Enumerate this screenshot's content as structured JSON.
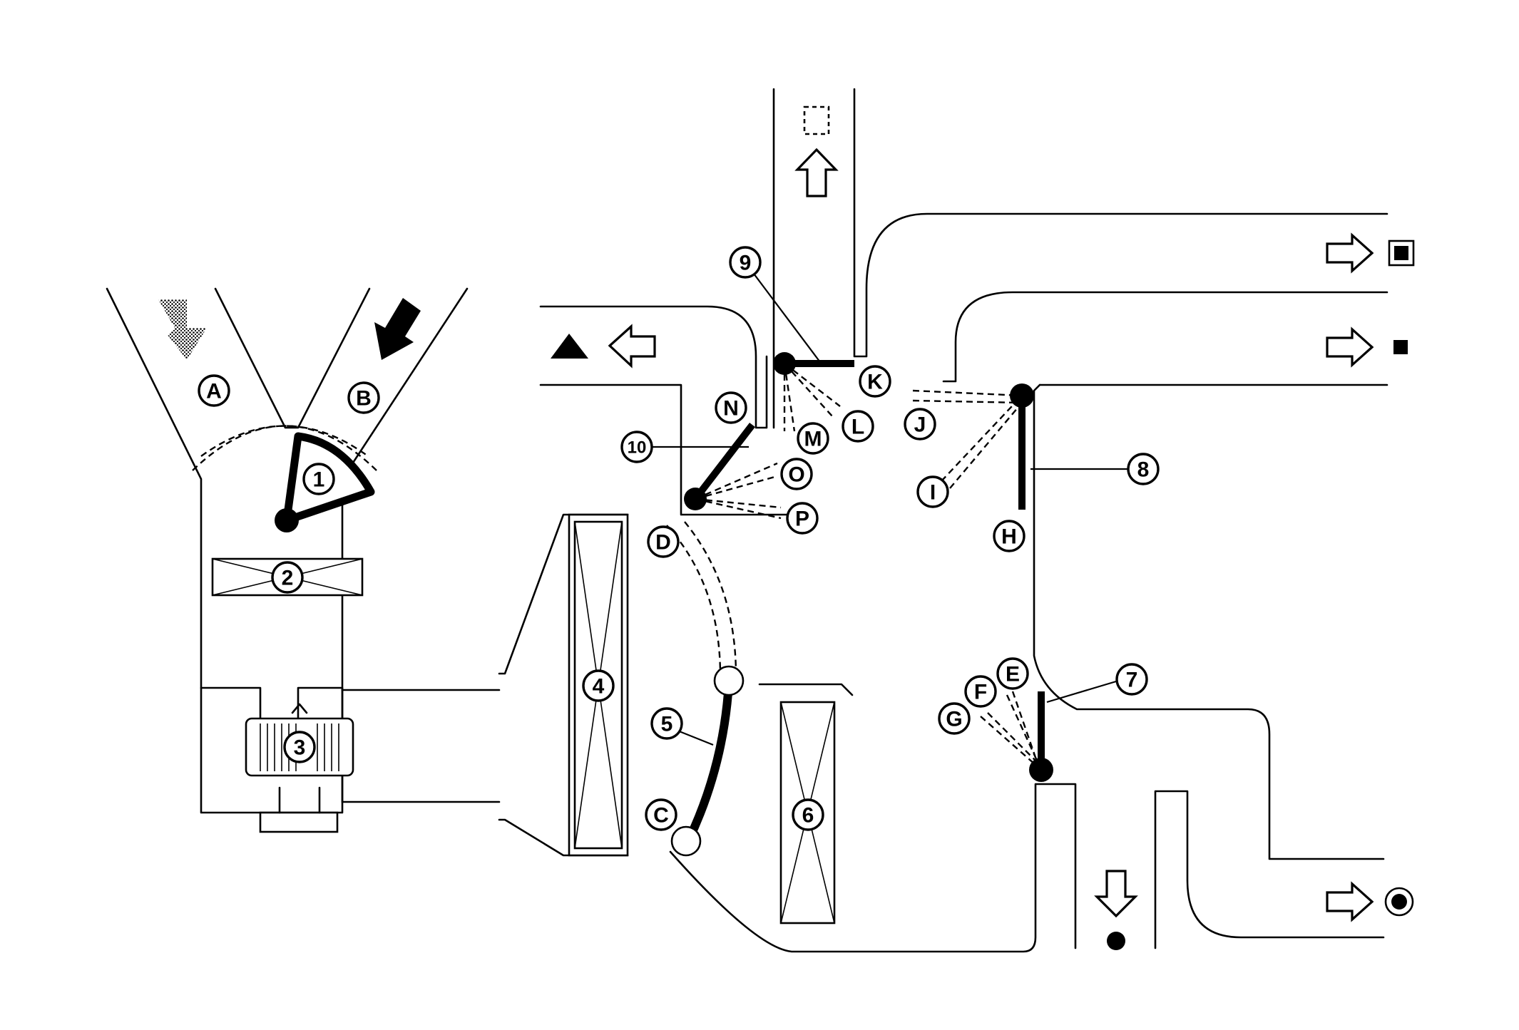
{
  "callouts": {
    "c1": "1",
    "c2": "2",
    "c3": "3",
    "c4": "4",
    "c5": "5",
    "c6": "6",
    "c7": "7",
    "c8": "8",
    "c9": "9",
    "c10": "10",
    "A": "A",
    "B": "B",
    "C": "C",
    "D": "D",
    "E": "E",
    "F": "F",
    "G": "G",
    "H": "H",
    "I": "I",
    "J": "J",
    "K": "K",
    "L": "L",
    "M": "M",
    "N": "N",
    "O": "O",
    "P": "P"
  },
  "icons": {
    "inlet_a": "stippled-arrow-icon",
    "inlet_b": "solid-arrow-icon",
    "defrost": "dashed-square-icon",
    "upper_right": "framed-square-icon",
    "center_right": "small-square-icon",
    "lower_right": "bullseye-icon",
    "foot": "dot-icon",
    "left_outlet": "triangle-icon"
  },
  "colors": {
    "line": "#000000",
    "background": "#ffffff"
  }
}
